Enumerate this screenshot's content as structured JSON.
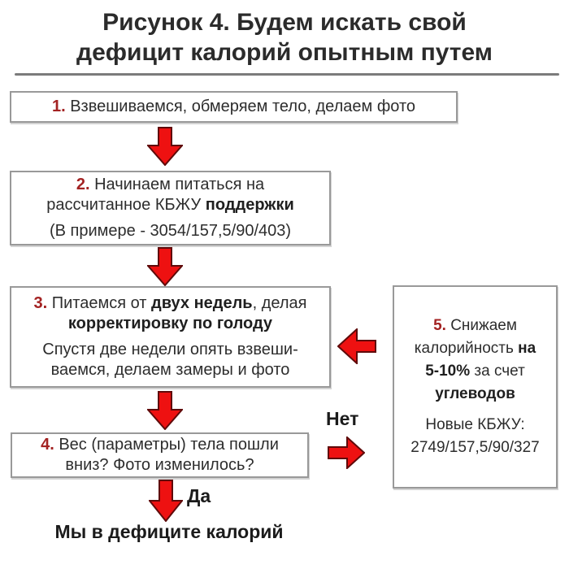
{
  "title": {
    "line1": "Рисунок 4. Будем искать свой",
    "line2": "дефицит калорий опытным путем"
  },
  "colors": {
    "background": "#ffffff",
    "arrow_fill": "#ee1111",
    "arrow_outline": "#5f0a0a",
    "step_number_red": "#a32222",
    "box_border": "#999999",
    "body_text": "#2d2d2d",
    "divider": "#7b7b7b"
  },
  "flowchart": {
    "step1": {
      "lines": [
        {
          "segs": [
            {
              "t": "1.",
              "r": true
            },
            {
              "t": " Взвешиваемся, обмеряем тело, делаем фото"
            }
          ]
        }
      ]
    },
    "step2": {
      "lines": [
        {
          "segs": [
            {
              "t": "2.",
              "r": true
            },
            {
              "t": " Начинаем питаться на"
            }
          ]
        },
        {
          "segs": [
            {
              "t": "рассчитанное КБЖУ "
            },
            {
              "t": "поддержки",
              "b": true
            }
          ]
        },
        {
          "gap": true,
          "segs": [
            {
              "t": "(В примере - 3054/157,5/90/403)"
            }
          ]
        }
      ]
    },
    "step3": {
      "lines": [
        {
          "segs": [
            {
              "t": "3.",
              "r": true
            },
            {
              "t": " Питаемся от "
            },
            {
              "t": "двух недель",
              "b": true
            },
            {
              "t": ", делая"
            }
          ]
        },
        {
          "segs": [
            {
              "t": "корректировку по голоду",
              "b": true
            }
          ]
        },
        {
          "gap": true,
          "segs": [
            {
              "t": "Спустя две недели опять взвеши-"
            }
          ]
        },
        {
          "segs": [
            {
              "t": "ваемся, делаем замеры и фото"
            }
          ]
        }
      ]
    },
    "step4": {
      "lines": [
        {
          "segs": [
            {
              "t": "4.",
              "r": true
            },
            {
              "t": " Вес (параметры) тела пошли"
            }
          ]
        },
        {
          "segs": [
            {
              "t": "вниз? Фото изменилось?"
            }
          ]
        }
      ]
    },
    "step5": {
      "lines": [
        {
          "segs": [
            {
              "t": "5.",
              "r": true
            },
            {
              "t": " Снижаем"
            }
          ]
        },
        {
          "segs": [
            {
              "t": "калорийность "
            },
            {
              "t": "на",
              "b": true
            }
          ]
        },
        {
          "segs": [
            {
              "t": "5-10%",
              "b": true
            },
            {
              "t": " за счет"
            }
          ]
        },
        {
          "segs": [
            {
              "t": "углеводов",
              "b": true
            }
          ]
        },
        {
          "gap": true,
          "segs": [
            {
              "t": "Новые КБЖУ:"
            }
          ]
        },
        {
          "segs": [
            {
              "t": "2749/157,5/90/327"
            }
          ]
        }
      ]
    },
    "labels": {
      "no": "Нет",
      "yes": "Да"
    },
    "result": "Мы в дефиците калорий"
  }
}
